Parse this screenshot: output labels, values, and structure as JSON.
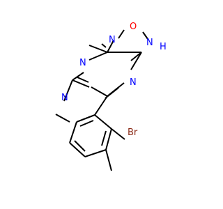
{
  "molecule": {
    "atoms": {
      "n_furazan_top": "N",
      "o_furazan": "O",
      "nh_furazan": "N",
      "h_furazan": "H",
      "n_pyrazine_left": "N",
      "n_pyrazine_right": "N",
      "n_indole": "N",
      "br": "Br"
    },
    "colors": {
      "bond": "#000000",
      "nitrogen": "#0000ff",
      "oxygen": "#ff0000",
      "bromine": "#8b2a17"
    }
  }
}
